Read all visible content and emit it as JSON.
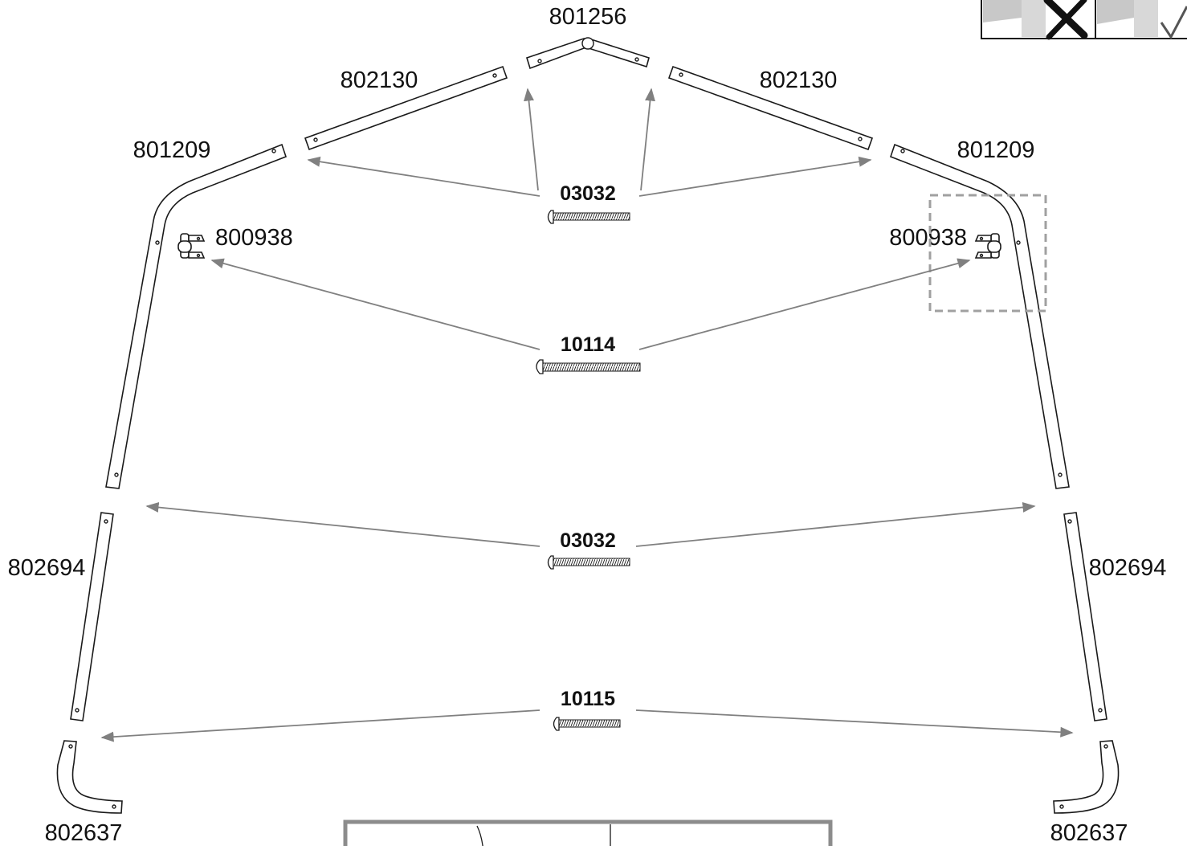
{
  "parts": {
    "apex": "801256",
    "upper_left": "802130",
    "upper_right": "802130",
    "bow_left": "801209",
    "bow_right": "801209",
    "bracket_left": "800938",
    "bracket_right": "800938",
    "lower_left": "802694",
    "lower_right": "802694",
    "foot_left": "802637",
    "foot_right": "802637"
  },
  "hardware": {
    "bolt_top": "03032",
    "bolt_bracket": "10114",
    "bolt_middle": "03032",
    "bolt_bottom": "10115"
  },
  "colors": {
    "arrow": "#808080",
    "outline": "#1a1a1a",
    "highlight_box": "#a0a0a0"
  },
  "icons": {
    "incorrect": "x-mark-icon",
    "correct": "check-mark-icon"
  }
}
